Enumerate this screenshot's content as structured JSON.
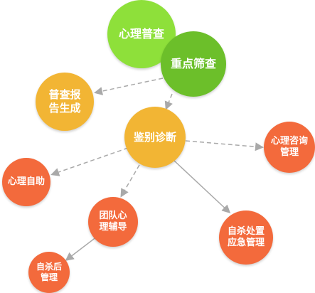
{
  "nodes": {
    "xinli_pucha": "心理普查",
    "zhongdian_shaicha": "重点筛查",
    "pucha_baogao": "普查报告生成",
    "jianbie_zhenduan": "鉴别诊断",
    "xinli_zixun": "心理咨询管理",
    "xinli_zizhu": "心理自助",
    "tuandui_fudao": "团队心理辅导",
    "zisha_chuzhi": "自杀处置应急管理",
    "zisha_houguanli": "自杀后管理"
  },
  "colors": {
    "bright_green": "#8ee03a",
    "dark_green": "#6cbf2a",
    "orange_yellow": "#f2b534",
    "red_orange": "#f36a3c",
    "arrow": "#a9a9a9"
  }
}
